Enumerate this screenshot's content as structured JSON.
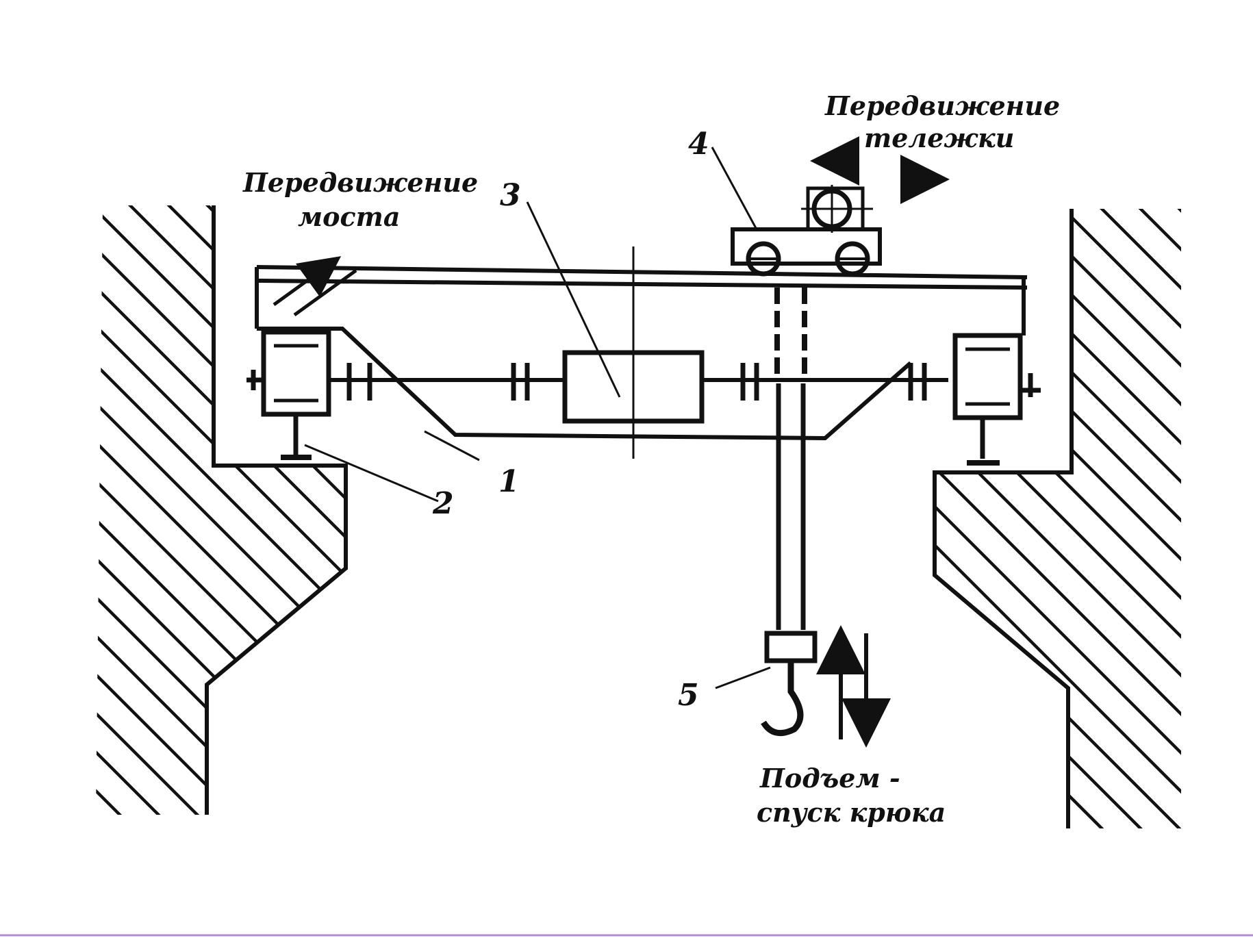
{
  "labels": {
    "bridge_move_line1": "Передвижение",
    "bridge_move_line2": "моста",
    "trolley_move_line1": "Передвижение",
    "trolley_move_line2": "тележки",
    "hook_line1": "Подъем -",
    "hook_line2": "спуск крюка",
    "n1": "1",
    "n2": "2",
    "n3": "3",
    "n4": "4",
    "n5": "5"
  },
  "colors": {
    "ink": "#111111",
    "background": "#ffffff",
    "bottom_rule": "#b68ad0"
  }
}
